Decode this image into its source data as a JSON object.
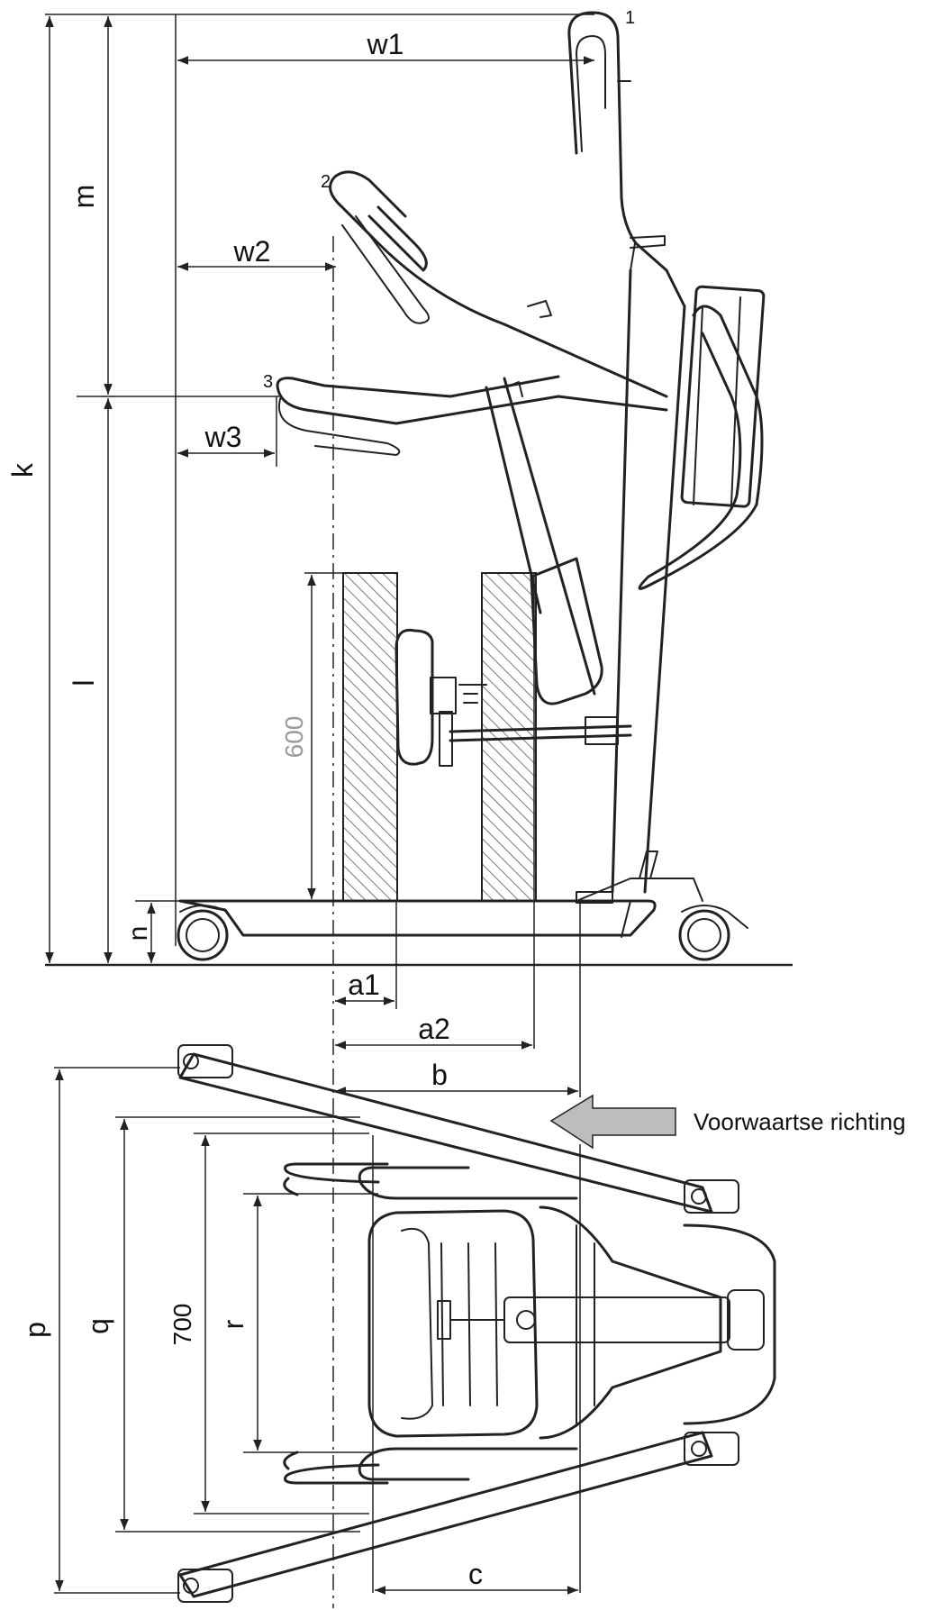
{
  "diagram": {
    "side_view_labels": {
      "w1": "w1",
      "w2": "w2",
      "w3": "w3",
      "k": "k",
      "m": "m",
      "l": "l",
      "n": "n",
      "a1": "a1",
      "a2": "a2",
      "b": "b",
      "h600": "600",
      "p1": "1",
      "p2": "2",
      "p3": "3"
    },
    "top_view_labels": {
      "p": "p",
      "q": "q",
      "r": "r",
      "w700": "700",
      "c": "c"
    },
    "direction": {
      "label": "Voorwaartse richting",
      "arrow_color": "#bdbdbd"
    },
    "colors": {
      "line": "#222222",
      "hatch": "#555555",
      "gray_text": "#9a9a9a"
    }
  }
}
